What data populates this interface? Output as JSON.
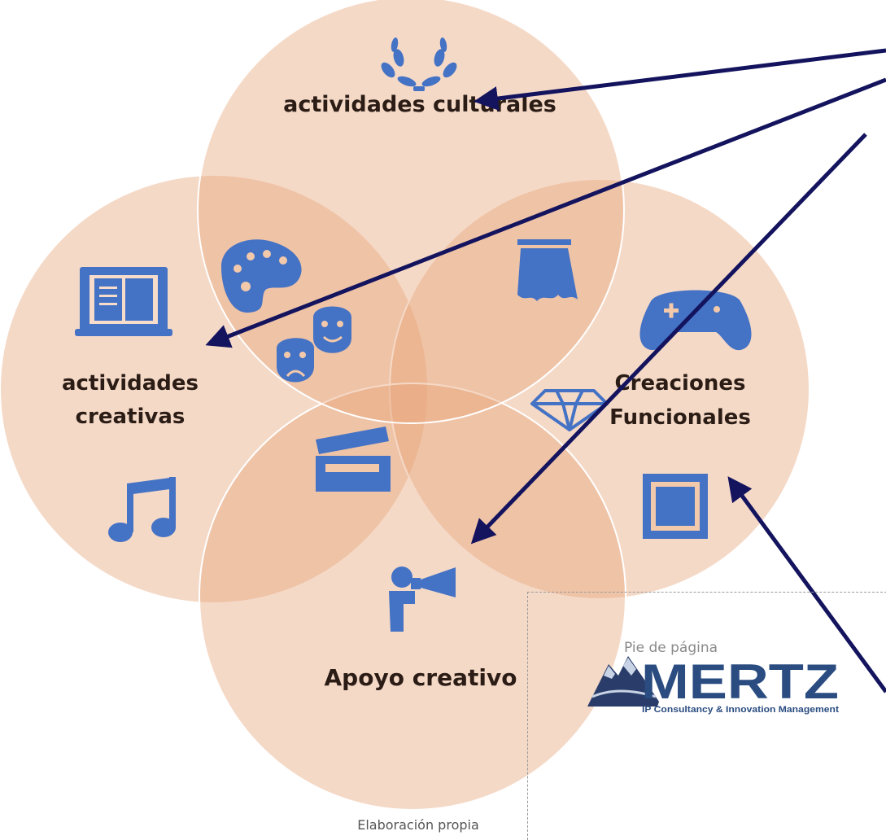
{
  "diagram": {
    "labels": {
      "culturales": "actividades culturales",
      "creativas_line1": "actividades",
      "creativas_line2": "creativas",
      "funcionales_line1": "Creaciones",
      "funcionales_line2": "Funcionales",
      "apoyo": "Apoyo creativo"
    },
    "colors": {
      "circle_fill": "#e8a57a",
      "circle_stroke": "#ffffff",
      "icon": "#4472c4",
      "arrow": "#13135e"
    },
    "icons": [
      "laurel-wreath-icon",
      "palette-icon",
      "theater-masks-icon",
      "curtain-icon",
      "book-icon",
      "music-note-icon",
      "clapperboard-icon",
      "gamepad-icon",
      "diamond-icon",
      "stamp-icon",
      "megaphone-person-icon"
    ]
  },
  "footer": {
    "caption": "Elaboración propia",
    "ghost_text": "Pie de página",
    "logo_name": "MERTZ",
    "logo_tagline": "IP Consultancy & Innovation Management"
  }
}
